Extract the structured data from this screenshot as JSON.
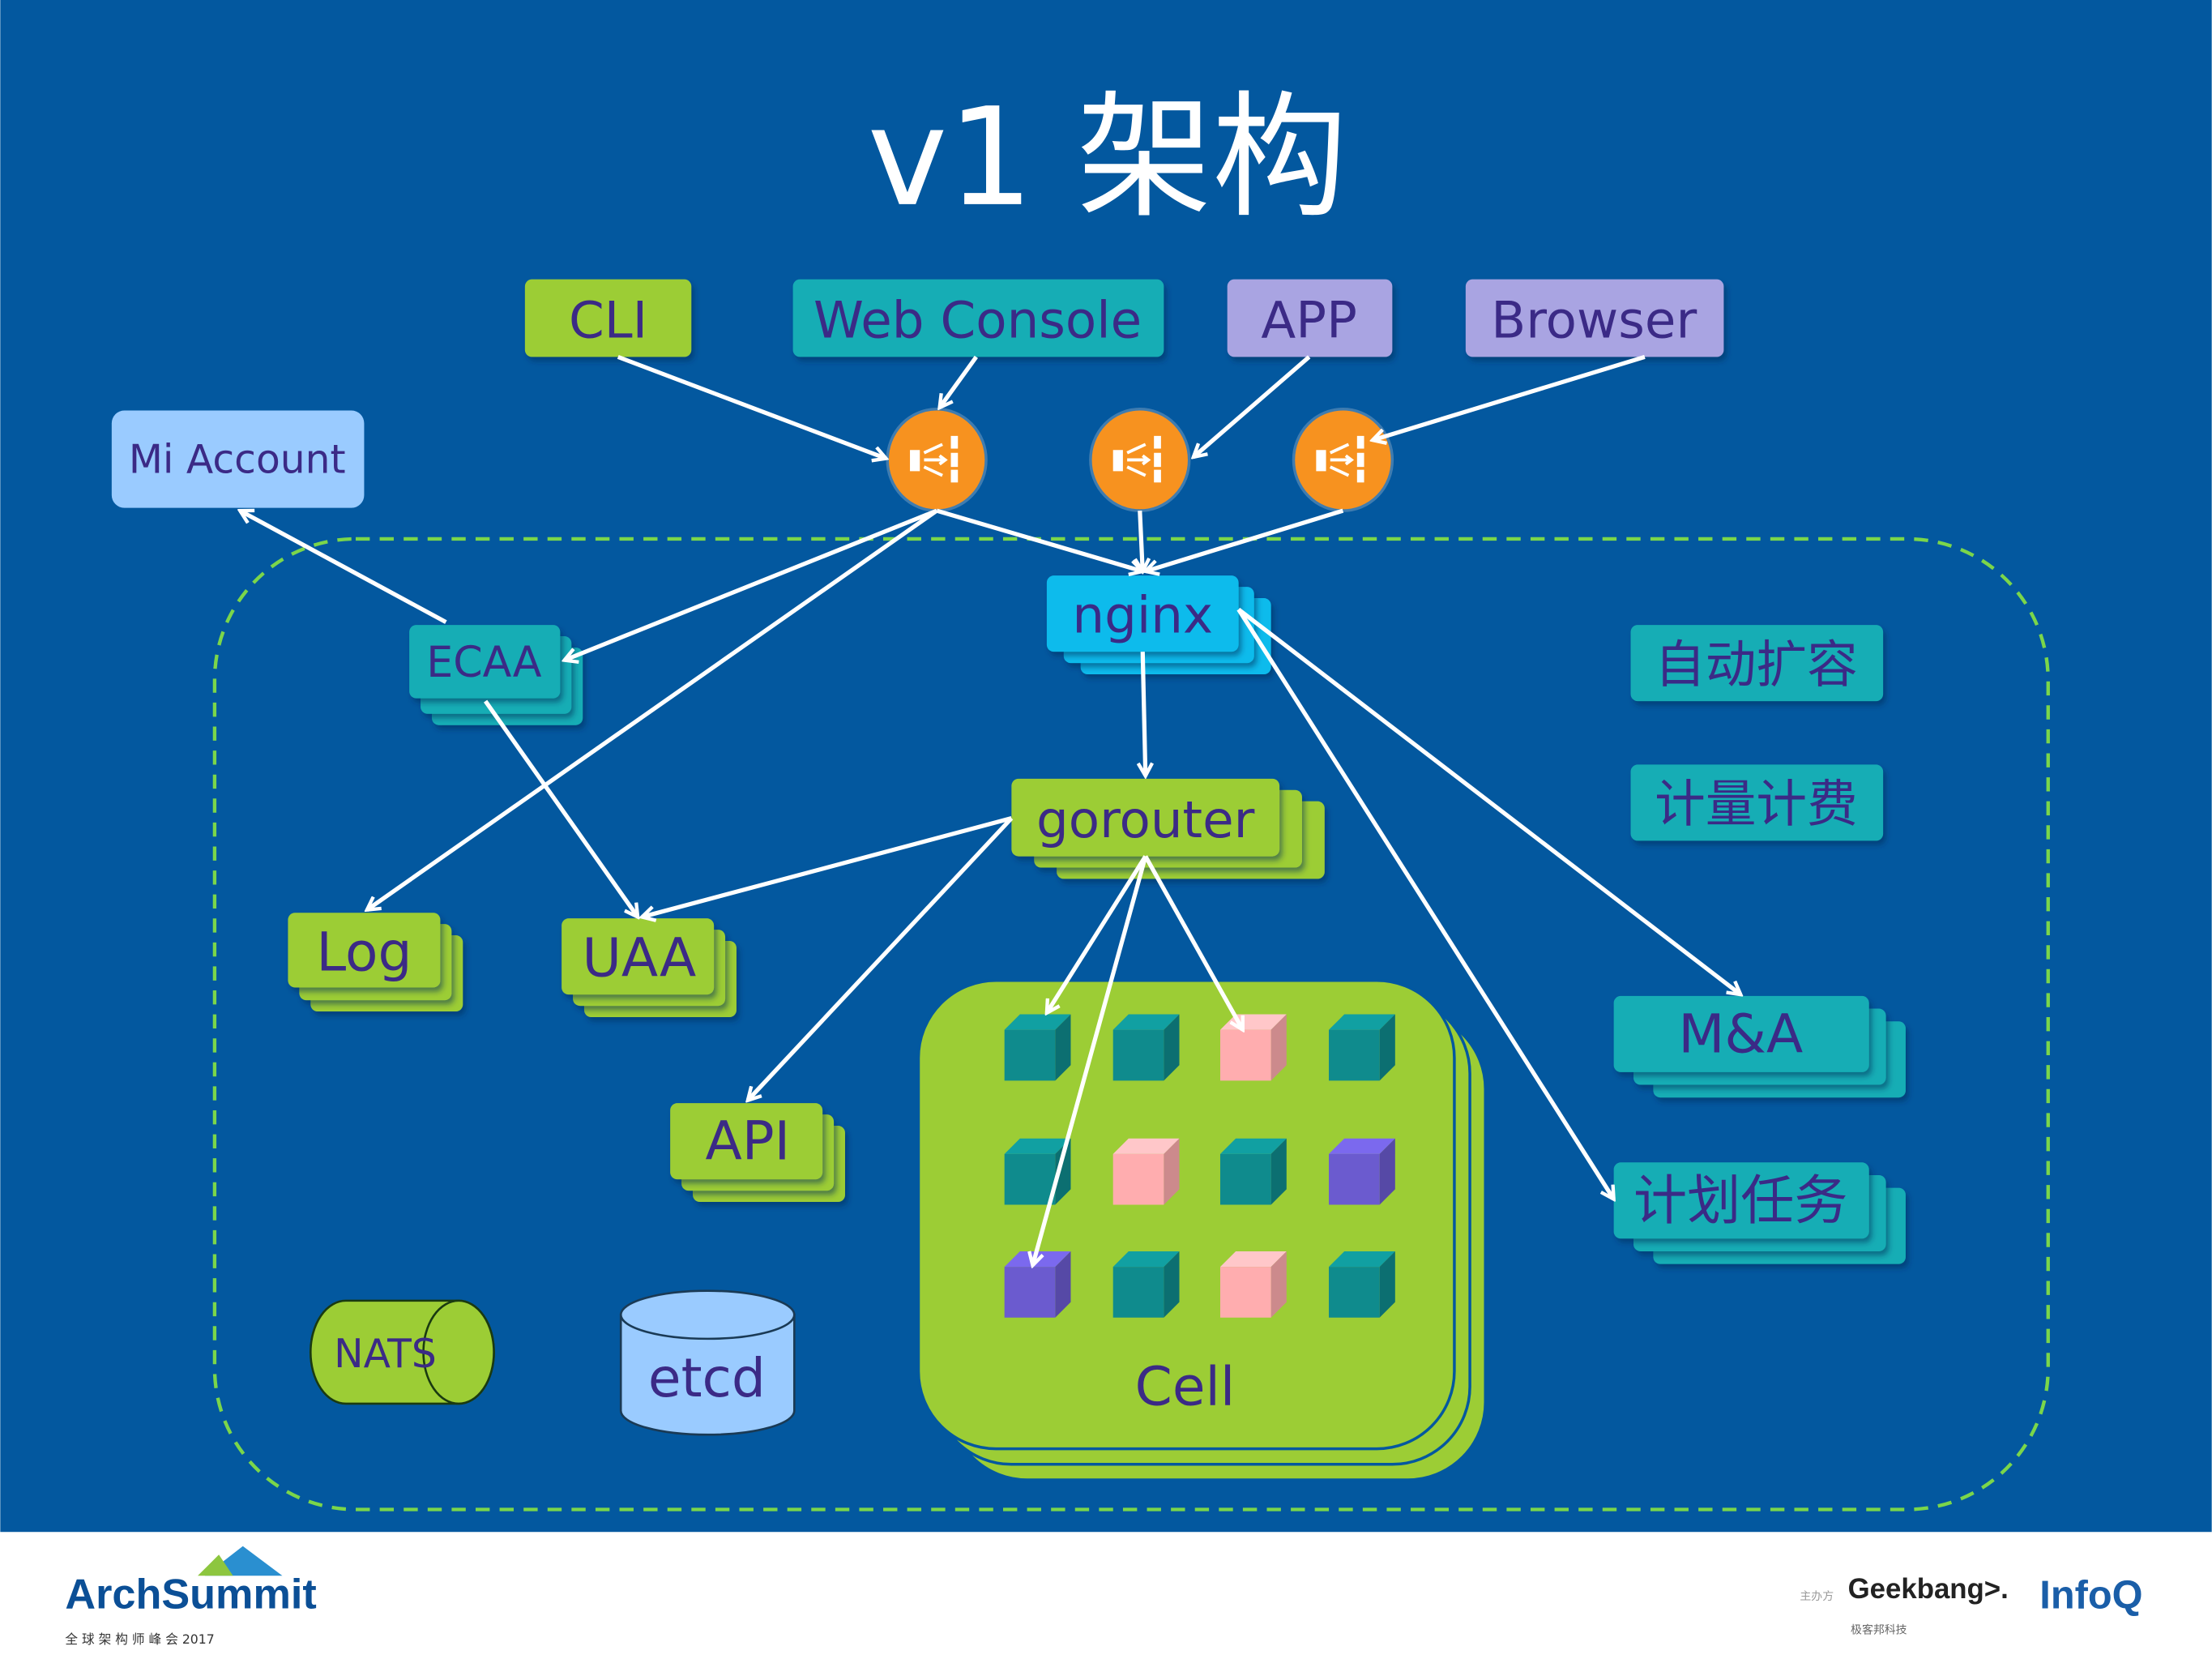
{
  "title": "v1 架构",
  "clients": {
    "cli": "CLI",
    "web_console": "Web Console",
    "app": "APP",
    "browser": "Browser"
  },
  "mi_account": "Mi Account",
  "services": {
    "ecaa": "ECAA",
    "nginx": "nginx",
    "gorouter": "gorouter",
    "log": "Log",
    "uaa": "UAA",
    "api": "API",
    "autoscale": "自动扩容",
    "billing": "计量计费",
    "ma": "M&A",
    "scheduled_tasks": "计划任务",
    "cell": "Cell",
    "nats": "NATS",
    "etcd": "etcd"
  },
  "icons": {
    "load_balancer": "load-balancer-icon"
  },
  "colors": {
    "background": "#03589f",
    "green": "#9ccd35",
    "teal": "#14adb5",
    "purple": "#a9a4e2",
    "nginx": "#0cbbec",
    "mi_account": "#9acbff",
    "load_balancer": "#f7921f",
    "cube_teal": "#0f8b8d",
    "cube_pink": "#ffadaf",
    "cube_purple": "#6b5bcf"
  },
  "footer": {
    "left_logo": "ArchSummit",
    "left_sub": "全 球 架 构 师 峰 会 2017",
    "organizer_label": "主办方",
    "geekbang": "Geekbang>.",
    "geekbang_sub": "极客邦科技",
    "infoq": "InfoQ"
  }
}
